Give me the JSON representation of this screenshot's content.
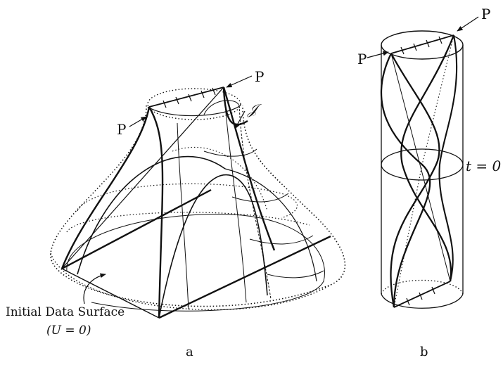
{
  "figure_a": {
    "point_label_top": "P",
    "point_label_left": "P",
    "scri_label": "𝒥",
    "initial_surface_label": "Initial Data Surface",
    "initial_surface_eq": "(U = 0)",
    "panel_label": "a"
  },
  "figure_b": {
    "point_label_top": "P",
    "point_label_left": "P",
    "t_label": "t = 0",
    "panel_label": "b"
  },
  "colors": {
    "ink": "#111111",
    "background": "#ffffff"
  }
}
